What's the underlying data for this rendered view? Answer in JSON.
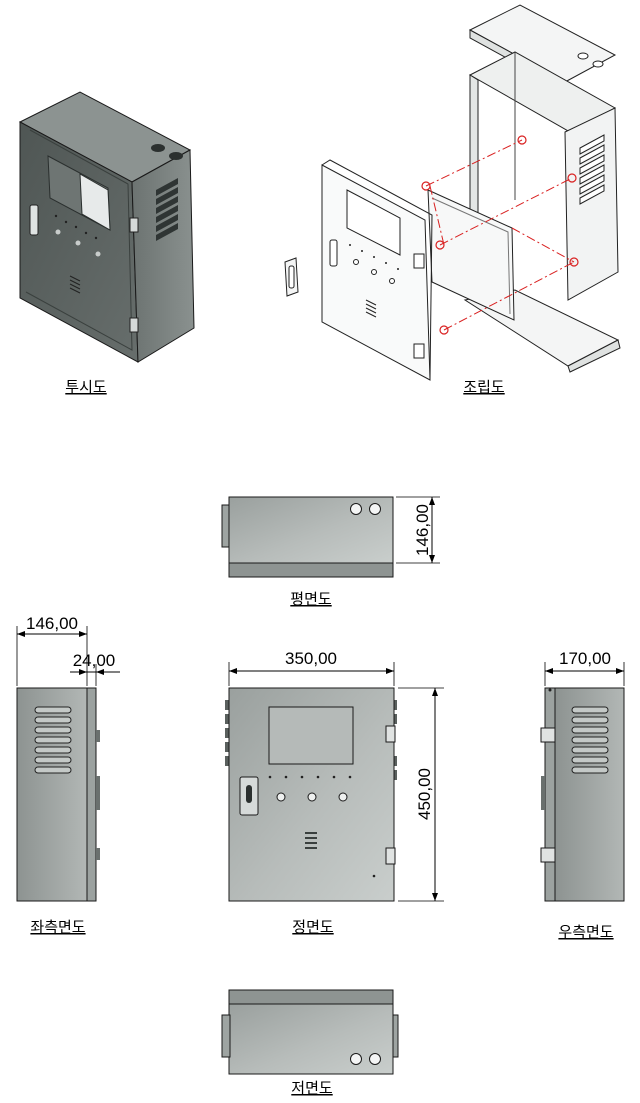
{
  "captions": {
    "iso": "투시도",
    "assembly": "조립도",
    "top": "평면도",
    "left": "좌측면도",
    "front": "정면도",
    "right": "우측면도",
    "bottom": "저면도"
  },
  "dimensions": {
    "top_depth": "146,00",
    "left_depth": "146,00",
    "left_offset": "24,00",
    "front_width": "350,00",
    "front_height": "450,00",
    "right_depth": "170,00"
  },
  "colors": {
    "body_dark": "#5c6361",
    "body_side": "#7b8280",
    "panel": "#a9afad",
    "panel_light": "#c6cbc9",
    "sheet_white": "#f4f5f5",
    "assembly_marker": "#d92020"
  }
}
